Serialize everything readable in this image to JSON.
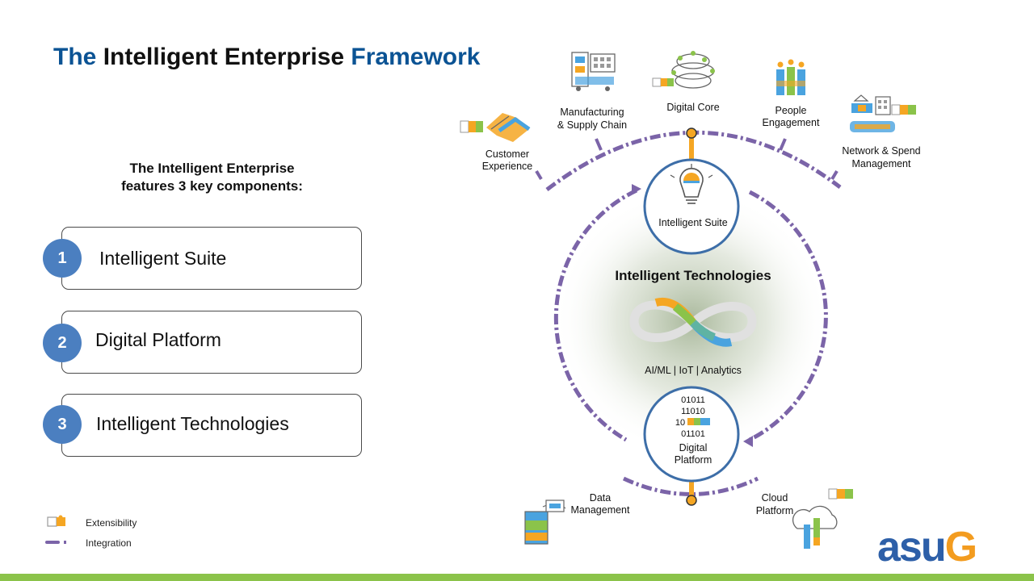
{
  "title": {
    "part1": "The",
    "part2": "Intelligent Enterprise",
    "part3": "Framework"
  },
  "intro": {
    "line1": "The Intelligent Enterprise",
    "line2": "features 3 key components:"
  },
  "components": [
    {
      "number": "1",
      "label": "Intelligent Suite"
    },
    {
      "number": "2",
      "label": "Digital Platform"
    },
    {
      "number": "3",
      "label": "Intelligent Technologies"
    }
  ],
  "legend": {
    "extensibility": "Extensibility",
    "integration": "Integration"
  },
  "diagram": {
    "center_title": "Intelligent Technologies",
    "center_sub": "AI/ML  |  IoT  |  Analytics",
    "suite": "Intelligent Suite",
    "platform": {
      "line1": "Digital",
      "line2": "Platform"
    },
    "binary": [
      "01011",
      "11010",
      "10",
      "01101"
    ],
    "apps": {
      "manufacturing": {
        "line1": "Manufacturing",
        "line2": "& Supply Chain"
      },
      "digital_core": "Digital Core",
      "people": {
        "line1": "People",
        "line2": "Engagement"
      },
      "customer": {
        "line1": "Customer",
        "line2": "Experience"
      },
      "network": {
        "line1": "Network & Spend",
        "line2": "Management"
      },
      "data_mgmt": {
        "line1": "Data",
        "line2": "Management"
      },
      "cloud": {
        "line1": "Cloud",
        "line2": "Platform"
      }
    }
  },
  "logo": {
    "main": "asu",
    "accent": "G"
  },
  "colors": {
    "title_blue": "#0b5394",
    "circle_blue": "#4b7fc0",
    "integration_purple": "#7b64a8",
    "accent_orange": "#f5a623",
    "footer_green": "#8bc34a"
  }
}
